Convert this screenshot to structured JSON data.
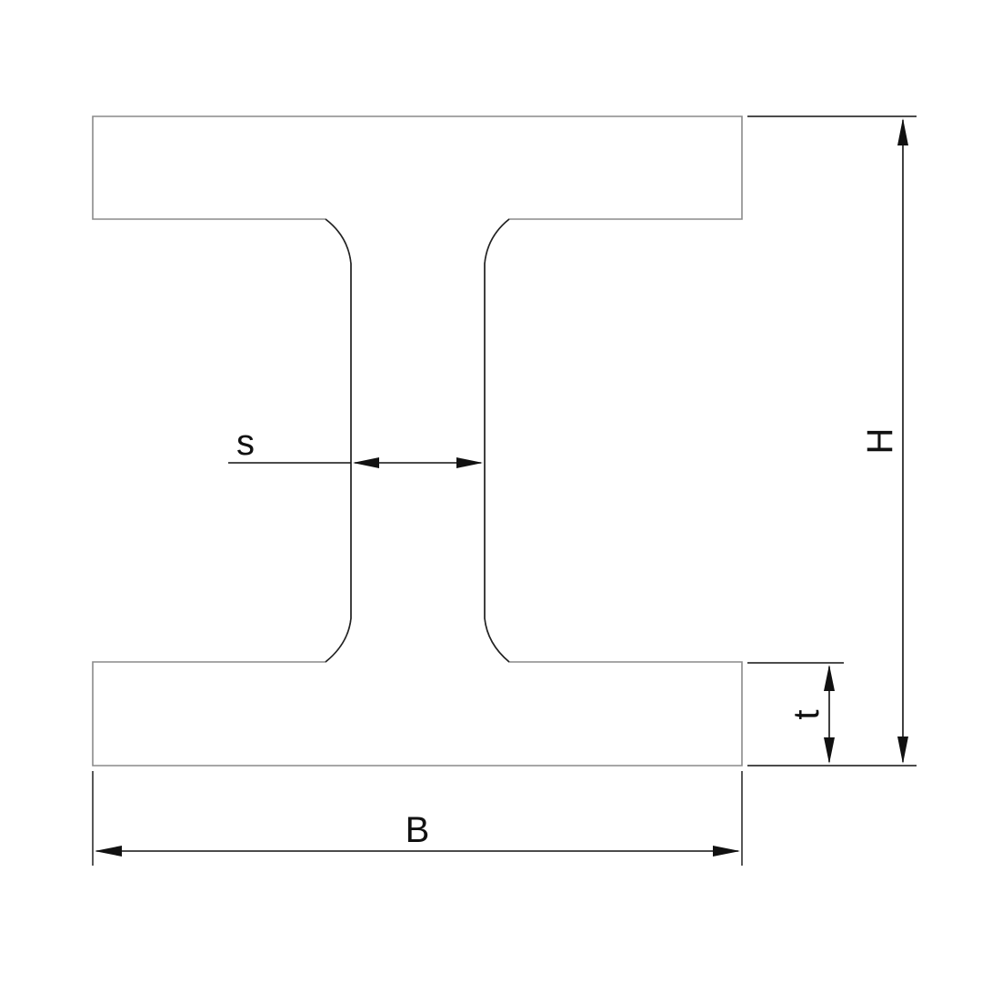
{
  "dimensions": {
    "web_thickness": "s",
    "height": "H",
    "flange_thickness": "t",
    "width": "B"
  },
  "colors": {
    "profile_outline": "#8a8a8a",
    "dimension_lines": "#111111",
    "background": "#ffffff"
  }
}
